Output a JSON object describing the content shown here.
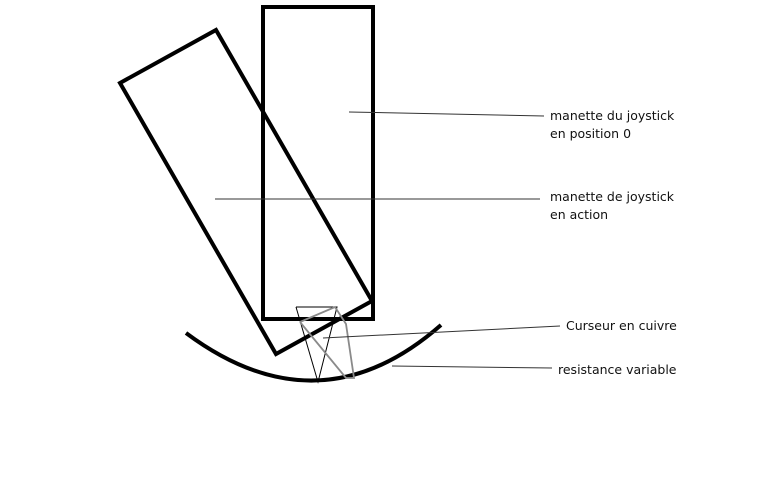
{
  "labels": {
    "position0_line1": "manette du joystick",
    "position0_line2": "en position 0",
    "action_line1": "manette de joystick",
    "action_line2": "en action",
    "curseur": "Curseur en cuivre",
    "resistance": "resistance variable"
  },
  "colors": {
    "outline": "#000000",
    "cursor": "#8a8a8a",
    "leader": "#333333"
  }
}
